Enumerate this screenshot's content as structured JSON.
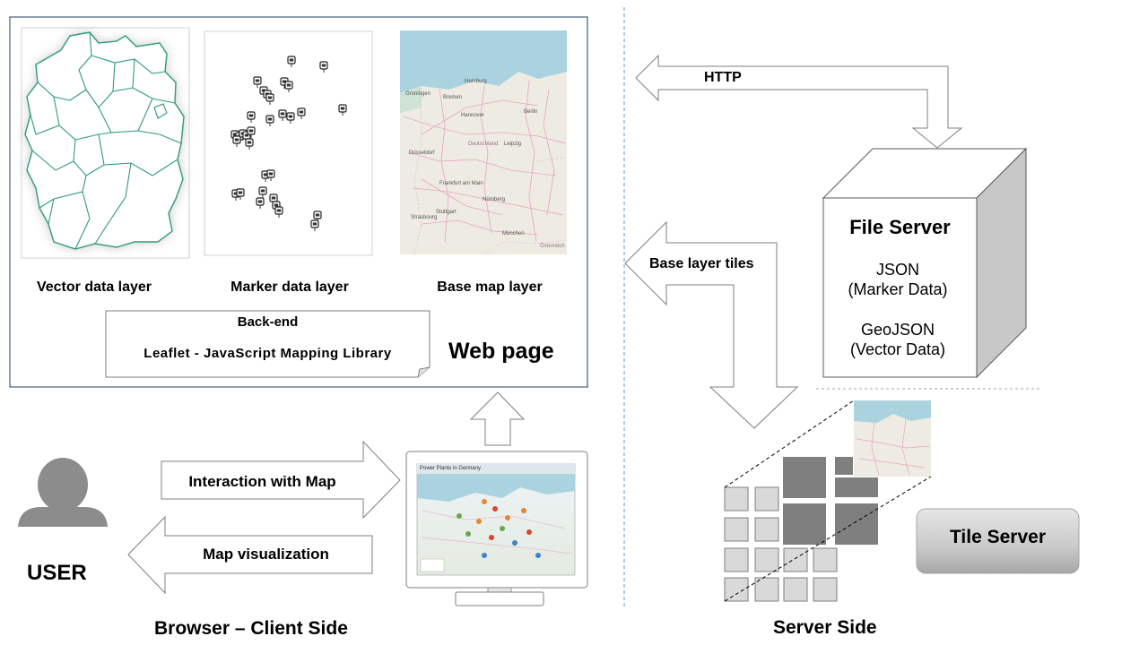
{
  "webpage": {
    "title": "Web page",
    "layers": {
      "vector": "Vector data layer",
      "marker": "Marker data layer",
      "basemap": "Base map layer"
    },
    "backend": {
      "heading": "Back-end",
      "library": "Leaflet - JavaScript Mapping Library"
    }
  },
  "basemap_places": [
    "Hamburg",
    "Groningen",
    "Bremen",
    "Hannover",
    "Berlin",
    "Deutschland",
    "Leipzig",
    "Düsseldorf",
    "Frankfurt am Main",
    "Nürnberg",
    "Strasbourg",
    "Stuttgart",
    "München",
    "Österreich"
  ],
  "arrows": {
    "http": "HTTP",
    "base_tiles": "Base layer tiles",
    "interaction": "Interaction with Map",
    "visualization": "Map visualization"
  },
  "file_server": {
    "title": "File Server",
    "json_line1": "JSON",
    "json_line2": "(Marker Data)",
    "geojson_line1": "GeoJSON",
    "geojson_line2": "(Vector Data)"
  },
  "tile_server": {
    "label": "Tile Server"
  },
  "user": {
    "label": "USER"
  },
  "monitor": {
    "screen_title": "Power Plants in Germany"
  },
  "sections": {
    "client": "Browser – Client Side",
    "server": "Server Side"
  },
  "colors": {
    "vector_border": "#2e9b7a",
    "frame_border": "#1f3864",
    "divider": "#5b9bd5",
    "tile_dark": "#7f7f7f",
    "tile_light": "#d9d9d9",
    "user_gray": "#8c8c8c"
  }
}
